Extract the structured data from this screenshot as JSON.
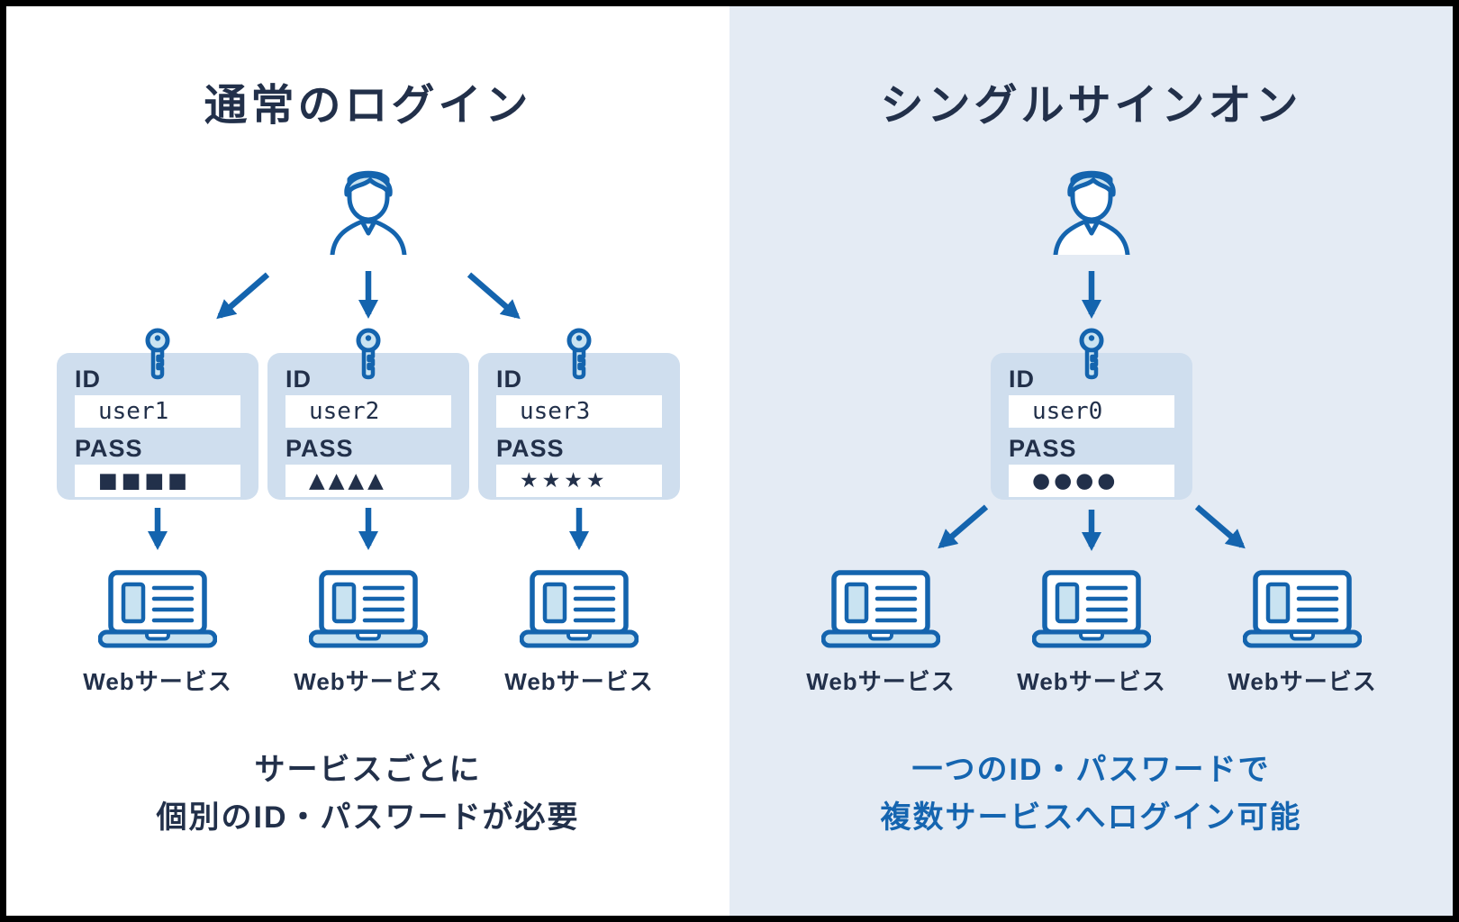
{
  "colors": {
    "accent_blue": "#1464ae",
    "dark_navy": "#22304a",
    "caption_blue": "#1565b0",
    "panel_left_bg": "#ffffff",
    "panel_right_bg": "#e4ebf4",
    "card_bg": "#cfdeee",
    "icon_fill": "#c9e3f1"
  },
  "left_panel": {
    "title": "通常のログイン",
    "accounts": [
      {
        "id_label": "ID",
        "id_value": "user1",
        "pass_label": "PASS",
        "pass_value": "■■■■"
      },
      {
        "id_label": "ID",
        "id_value": "user2",
        "pass_label": "PASS",
        "pass_value": "▲▲▲▲"
      },
      {
        "id_label": "ID",
        "id_value": "user3",
        "pass_label": "PASS",
        "pass_value": "★★★★"
      }
    ],
    "service_labels": [
      "Webサービス",
      "Webサービス",
      "Webサービス"
    ],
    "caption": {
      "line1": "サービスごとに",
      "line2": "個別のID・パスワードが必要"
    }
  },
  "right_panel": {
    "title": "シングルサインオン",
    "accounts": [
      {
        "id_label": "ID",
        "id_value": "user0",
        "pass_label": "PASS",
        "pass_value": "●●●●"
      }
    ],
    "service_labels": [
      "Webサービス",
      "Webサービス",
      "Webサービス"
    ],
    "caption": {
      "line1": "一つのID・パスワードで",
      "line2": "複数サービスへログイン可能"
    }
  }
}
